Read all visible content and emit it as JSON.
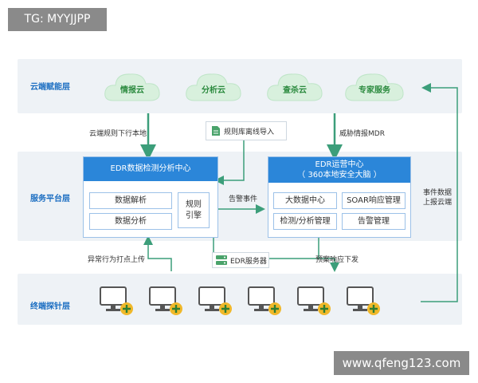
{
  "watermarks": {
    "top_left": "TG: MYYJJPP",
    "bottom_right": "www.qfeng123.com"
  },
  "layers": {
    "cloud": {
      "label": "云端赋能层",
      "clouds": [
        "情报云",
        "分析云",
        "查杀云",
        "专家服务"
      ]
    },
    "service": {
      "label": "服务平台层"
    },
    "terminal": {
      "label": "终端探针层"
    }
  },
  "edr_center": {
    "title": "EDR数据检测分析中心",
    "cells": [
      "数据解析",
      "数据分析"
    ],
    "engine": "规则\n引擎"
  },
  "ops_center": {
    "title_line1": "EDR运营中心",
    "title_line2": "（ 360本地安全大脑 ）",
    "cells": [
      "大数据中心",
      "SOAR响应管理",
      "检测/分析管理",
      "告警管理"
    ]
  },
  "labels": {
    "rule_down": "云端规则下行本地",
    "rule_import": "规则库离线导入",
    "threat_intel": "威胁情报MDR",
    "alert_event": "告警事件",
    "event_upload": "事件数据\n上报云端",
    "abnormal_upload": "异常行为打点上传",
    "edr_server": "EDR服务器",
    "plan_response": "预案响应下发"
  },
  "colors": {
    "accent": "#2b86d9",
    "arrow": "#3c9e7a",
    "cloud_text": "#2b8a3e",
    "layer_text": "#1d6fc2"
  },
  "icons": {
    "computer": "computer-plus-icon",
    "server": "server-icon",
    "document": "document-icon"
  },
  "terminal_count": 6
}
